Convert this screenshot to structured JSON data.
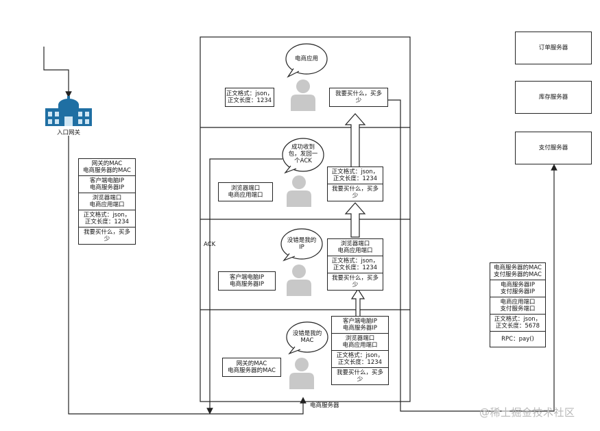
{
  "gateway": {
    "label": "入口网关"
  },
  "client_packet": [
    "网关的MAC\n电商服务器的MAC",
    "客户端电脑IP\n电商服务器IP",
    "浏览器端口\n电商应用端口",
    "正文格式：json，\n正文长度：1234",
    "我要买什么，买多\n少"
  ],
  "server": {
    "label": "电商服务器",
    "ack_label": "ACK",
    "layer_app": {
      "bubble": "电商应用",
      "left_box": "正文格式：json，\n正文长度：1234",
      "right_box": "我要买什么，买多\n少"
    },
    "layer_transport": {
      "bubble": "成功收到\n包，发回一\n个ACK",
      "left_box": "浏览器端口\n电商应用端口",
      "stack": [
        "正文格式：json，\n正文长度：1234",
        "我要买什么，买多\n少"
      ]
    },
    "layer_network": {
      "bubble": "没错是我的\nIP",
      "left_box": "客户端电脑IP\n电商服务器IP",
      "stack": [
        "浏览器端口\n电商应用端口",
        "正文格式：json，\n正文长度：1234",
        "我要买什么，买多\n少"
      ]
    },
    "layer_link": {
      "bubble": "没错是我的\nMAC",
      "left_box": "网关的MAC\n电商服务器的MAC",
      "stack": [
        "客户端电脑IP\n电商服务器IP",
        "浏览器端口\n电商应用端口",
        "正文格式：json，\n正文长度：1234",
        "我要买什么，买多\n少"
      ]
    }
  },
  "services": {
    "order": "订单服务器",
    "inventory": "库存服务器",
    "payment": "支付服务器"
  },
  "rpc_packet": [
    "电商服务器的MAC\n支付服务器的MAC",
    "电商服务器IP\n支付服务器IP",
    "电商应用端口\n支付服务端口",
    "正文格式：json，\n正文长度：5678",
    "RPC：pay()"
  ],
  "watermark": "@稀土掘金技术社区"
}
